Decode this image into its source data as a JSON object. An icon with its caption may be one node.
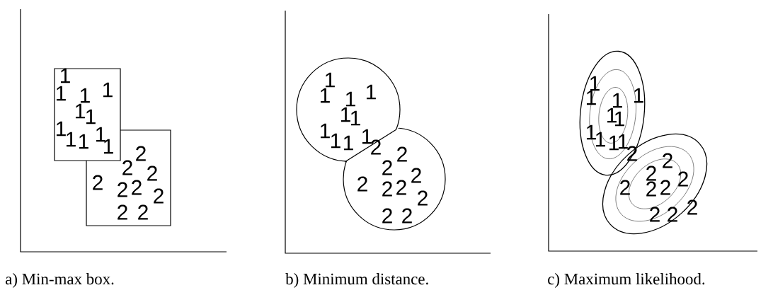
{
  "diagram": {
    "labels": [
      "1",
      "1",
      "1",
      "1",
      "1",
      "1",
      "1",
      "1",
      "1",
      "1",
      "1",
      "2",
      "2",
      "2",
      "2",
      "2",
      "2",
      "2",
      "2",
      "2",
      "1",
      "1",
      "1",
      "1",
      "1",
      "1",
      "1",
      "1",
      "1",
      "1",
      "2",
      "2",
      "2",
      "2",
      "2",
      "2",
      "2",
      "2",
      "2",
      "2",
      "1",
      "1",
      "1",
      "1",
      "1",
      "1",
      "1",
      "1",
      "1",
      "1",
      "2",
      "2",
      "2",
      "2",
      "2",
      "2",
      "2",
      "2",
      "2",
      "2",
      "a) Min-max box.",
      "b) Minimum distance.",
      "c) Maximum likelihood."
    ]
  }
}
